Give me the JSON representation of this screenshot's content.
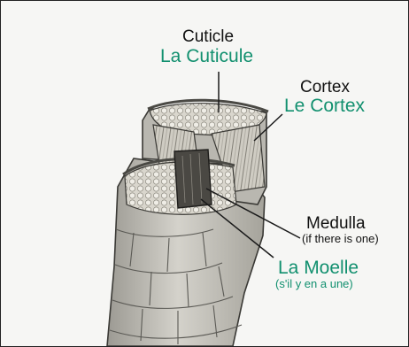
{
  "labels": {
    "cuticle": {
      "en": "Cuticle",
      "fr": "La Cuticule"
    },
    "cortex": {
      "en": "Cortex",
      "fr": "Le Cortex"
    },
    "medulla": {
      "en": "Medulla",
      "en_note": "(if there is one)",
      "fr": "La Moelle",
      "fr_note": "(s'il y en a une)"
    }
  },
  "colors": {
    "english_text": "#111111",
    "french_text": "#12906f",
    "background": "#f6f6f4"
  }
}
